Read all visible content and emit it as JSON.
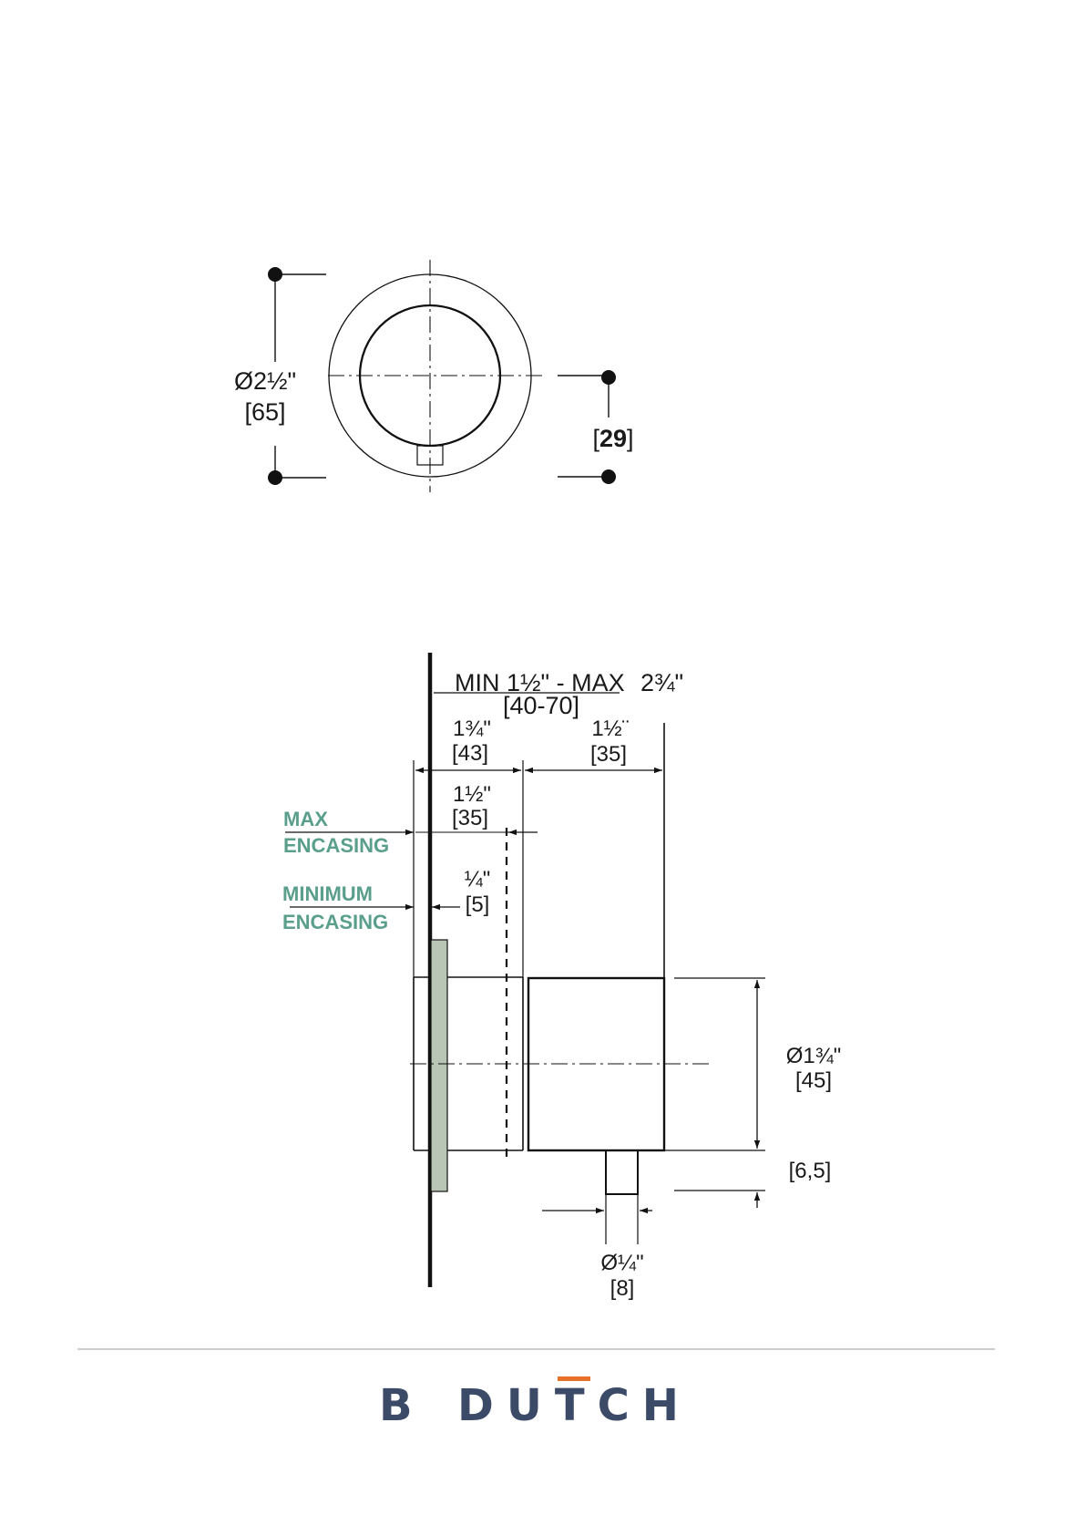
{
  "top_view": {
    "diameter_inch": "Ø2½\"",
    "diameter_mm": "[65]",
    "offset_mm_bracket_open": "[",
    "offset_mm_value": "29",
    "offset_mm_bracket_close": "]"
  },
  "side_view": {
    "range_label": "MIN 1½\" - MAX",
    "range_max": "2¾\"",
    "range_mm": "[40-70]",
    "dim_left_inch": "1¾\"",
    "dim_left_mm": "[43]",
    "dim_right_inch": "1½¨",
    "dim_right_mm": "[35]",
    "dim_mid_inch": "1½\"",
    "dim_mid_mm": "[35]",
    "dim_small_inch": "¼\"",
    "dim_small_mm": "[5]",
    "max_encasing_line1": "MAX",
    "max_encasing_line2": "ENCASING",
    "min_encasing_line1": "MINIMUM",
    "min_encasing_line2": "ENCASING",
    "body_diameter_inch": "Ø1¾\"",
    "body_diameter_mm": "[45]",
    "stem_height_mm": "[6,5]",
    "stem_diameter_inch": "Ø¼\"",
    "stem_diameter_mm": "[8]"
  },
  "footer": {
    "brand_left": "B",
    "brand_right": "DUTCH"
  },
  "colors": {
    "encasing_text": "#5a9e8c",
    "wall_fill": "#b9c6b6",
    "brand": "#3b4a67",
    "brand_accent": "#e8722a",
    "divider": "#bcbcbc"
  }
}
